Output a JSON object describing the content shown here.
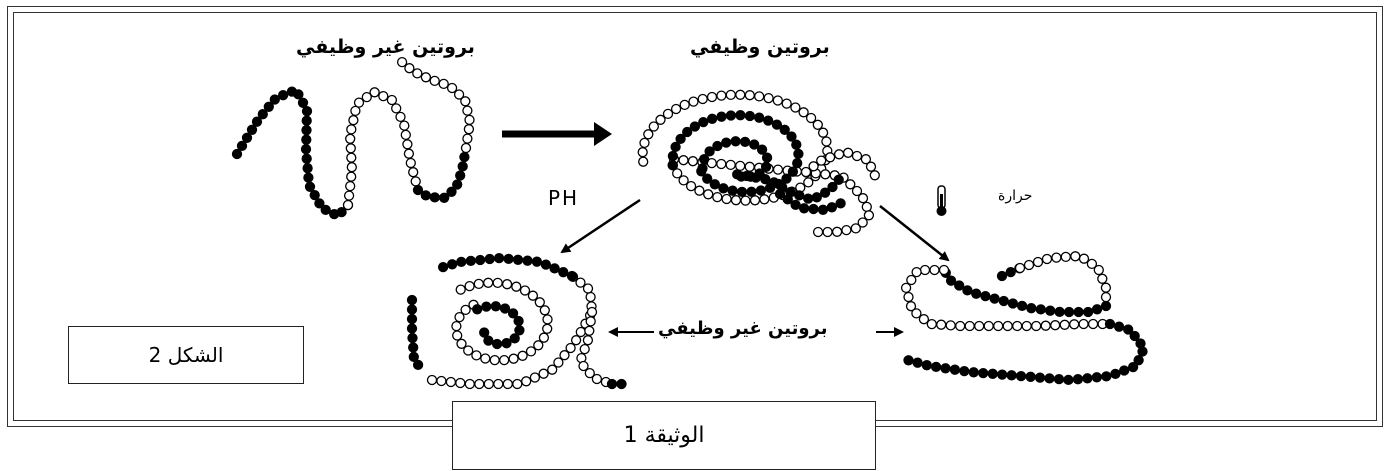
{
  "labels": {
    "nonfunctional_top": "بروتين غير وظيفي",
    "functional": "بروتين وظيفي",
    "ph": "PH",
    "heat": "حرارة",
    "nonfunctional_bottom": "بروتين غير وظيفي"
  },
  "boxes": {
    "figure_label": "الشكل 2",
    "document_label": "الوثيقة 1"
  },
  "icons": {
    "thermometer": "thermometer-icon"
  },
  "colors": {
    "polar_bead": "#ffffff",
    "apolar_bead": "#000000",
    "line": "#000000"
  }
}
